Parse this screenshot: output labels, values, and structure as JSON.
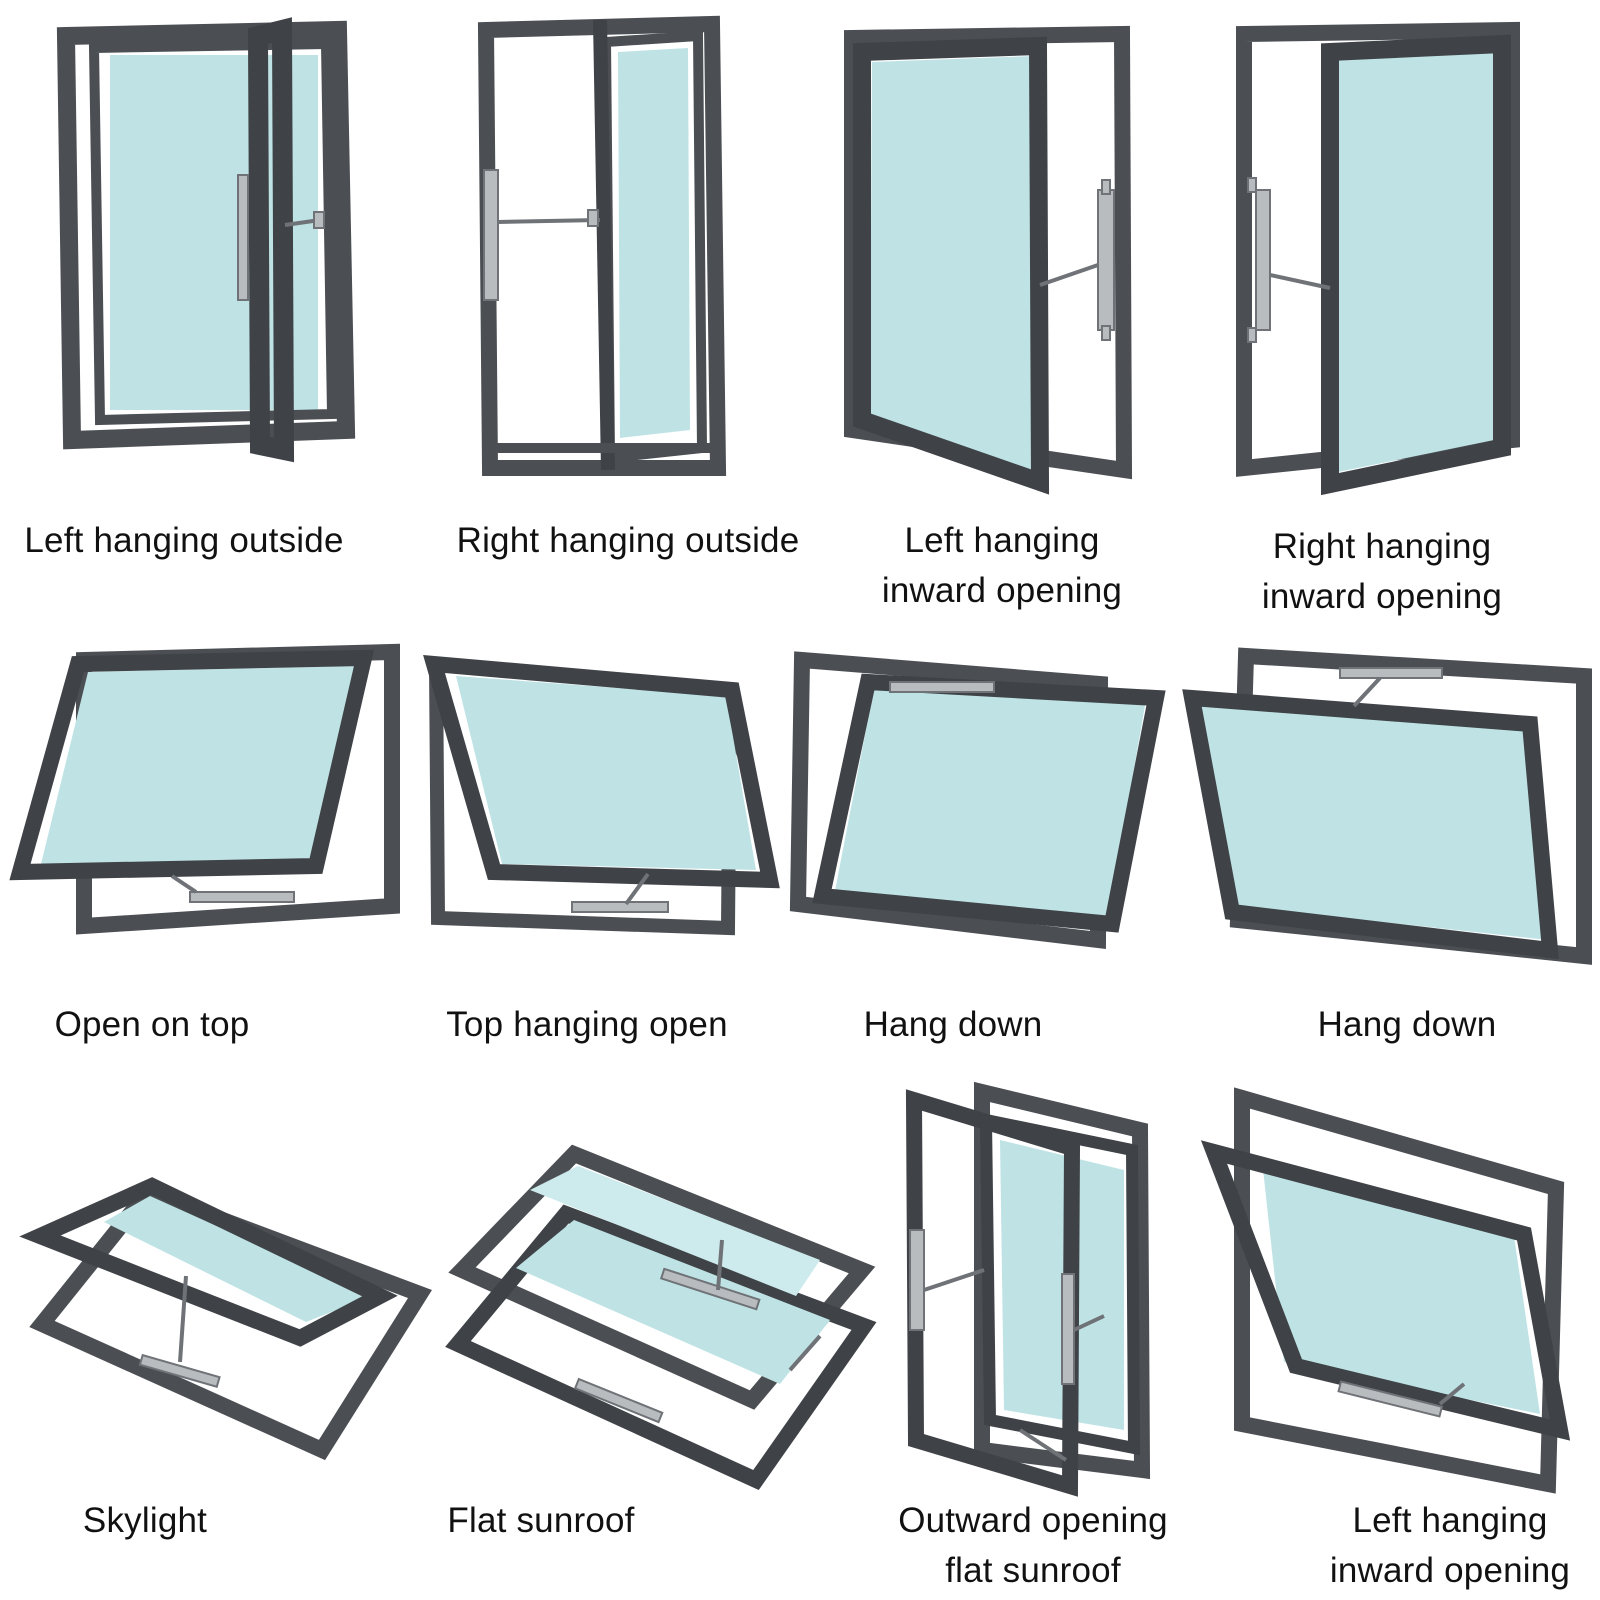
{
  "colors": {
    "frame": "#4b4f53",
    "glass": "#bfe3e5",
    "hardware": "#b9bcbf",
    "background": "#ffffff"
  },
  "items": [
    {
      "label": [
        "Left hanging outside"
      ]
    },
    {
      "label": [
        "Right hanging outside"
      ]
    },
    {
      "label": [
        "Left hanging",
        "inward opening"
      ]
    },
    {
      "label": [
        "Right hanging",
        "inward opening"
      ]
    },
    {
      "label": [
        "Open on top"
      ]
    },
    {
      "label": [
        "Top hanging open"
      ]
    },
    {
      "label": [
        "Hang down"
      ]
    },
    {
      "label": [
        "Hang down"
      ]
    },
    {
      "label": [
        "Skylight"
      ]
    },
    {
      "label": [
        "Flat sunroof"
      ]
    },
    {
      "label": [
        "Outward opening",
        "flat sunroof"
      ]
    },
    {
      "label": [
        "Left hanging",
        "inward opening"
      ]
    }
  ]
}
